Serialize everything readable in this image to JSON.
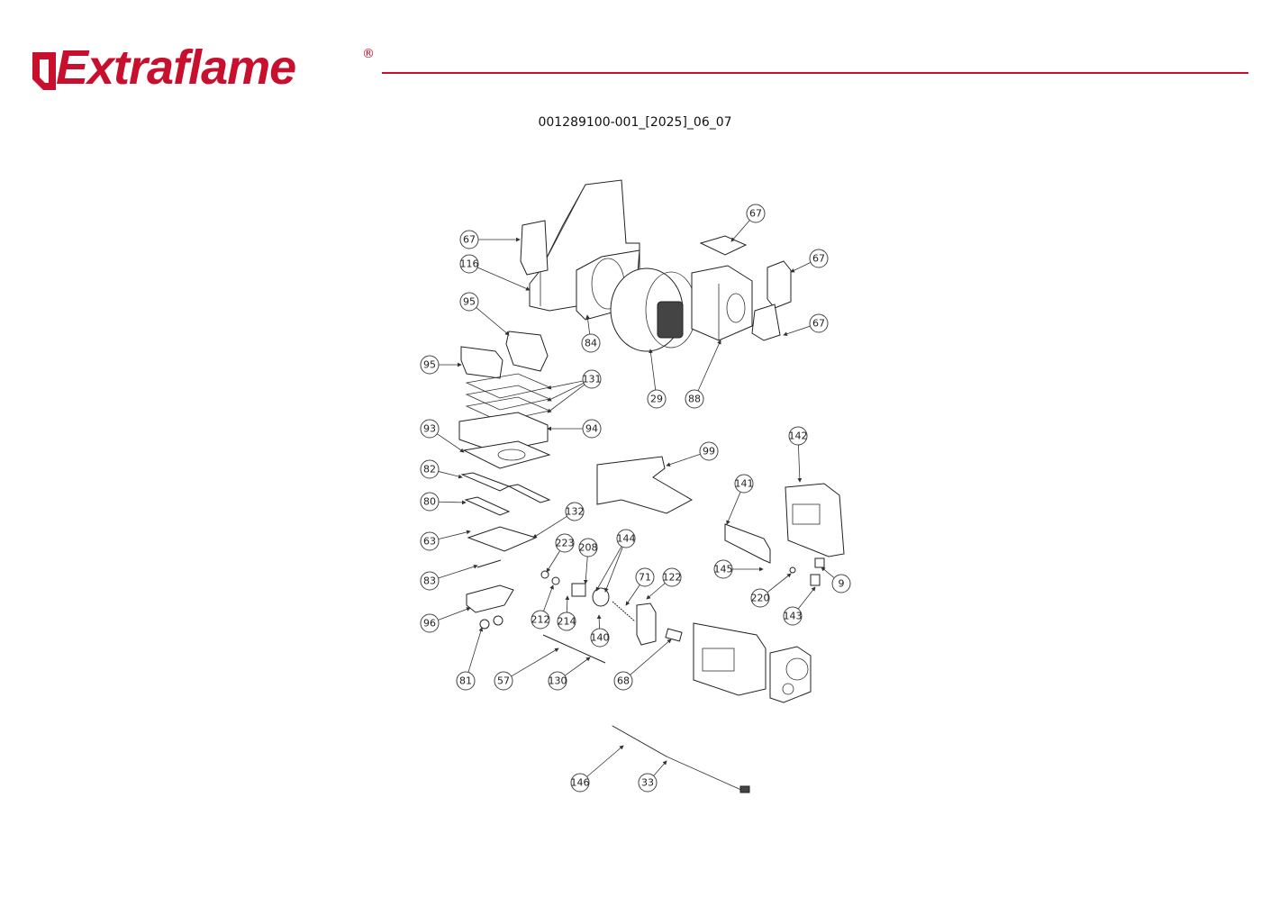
{
  "header": {
    "brand": "Extraflame",
    "registered_mark": "®",
    "document_id": "001289100-001_[2025]_06_07"
  },
  "colors": {
    "brand_red": "#c8102e",
    "line": "#222222"
  },
  "callouts": [
    "67",
    "116",
    "95",
    "95",
    "131",
    "93",
    "94",
    "82",
    "80",
    "63",
    "83",
    "96",
    "81",
    "57",
    "130",
    "68",
    "132",
    "223",
    "208",
    "144",
    "71",
    "122",
    "212",
    "214",
    "140",
    "99",
    "142",
    "141",
    "145",
    "220",
    "143",
    "9",
    "146",
    "33",
    "67",
    "67",
    "67",
    "84",
    "29",
    "88"
  ]
}
